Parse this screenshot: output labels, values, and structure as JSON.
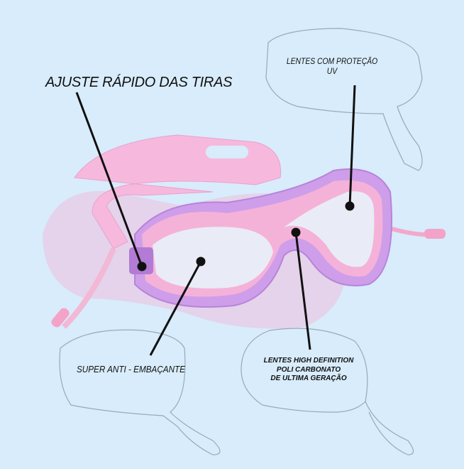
{
  "labels": {
    "strap": "AJUSTE RÁPIDO DAS TIRAS",
    "uv": [
      "LENTES COM PROTEÇÃO",
      "UV"
    ],
    "antifog": "SUPER ANTI - EMBAÇANTE",
    "hd": [
      "LENTES HIGH DEFINITION",
      "POLI CARBONATO",
      "DE ULTIMA GERAÇÃO"
    ]
  },
  "colors": {
    "background": "#d8ecfb",
    "frame": "#c89ae8",
    "strap": "#f7b8dc"
  }
}
